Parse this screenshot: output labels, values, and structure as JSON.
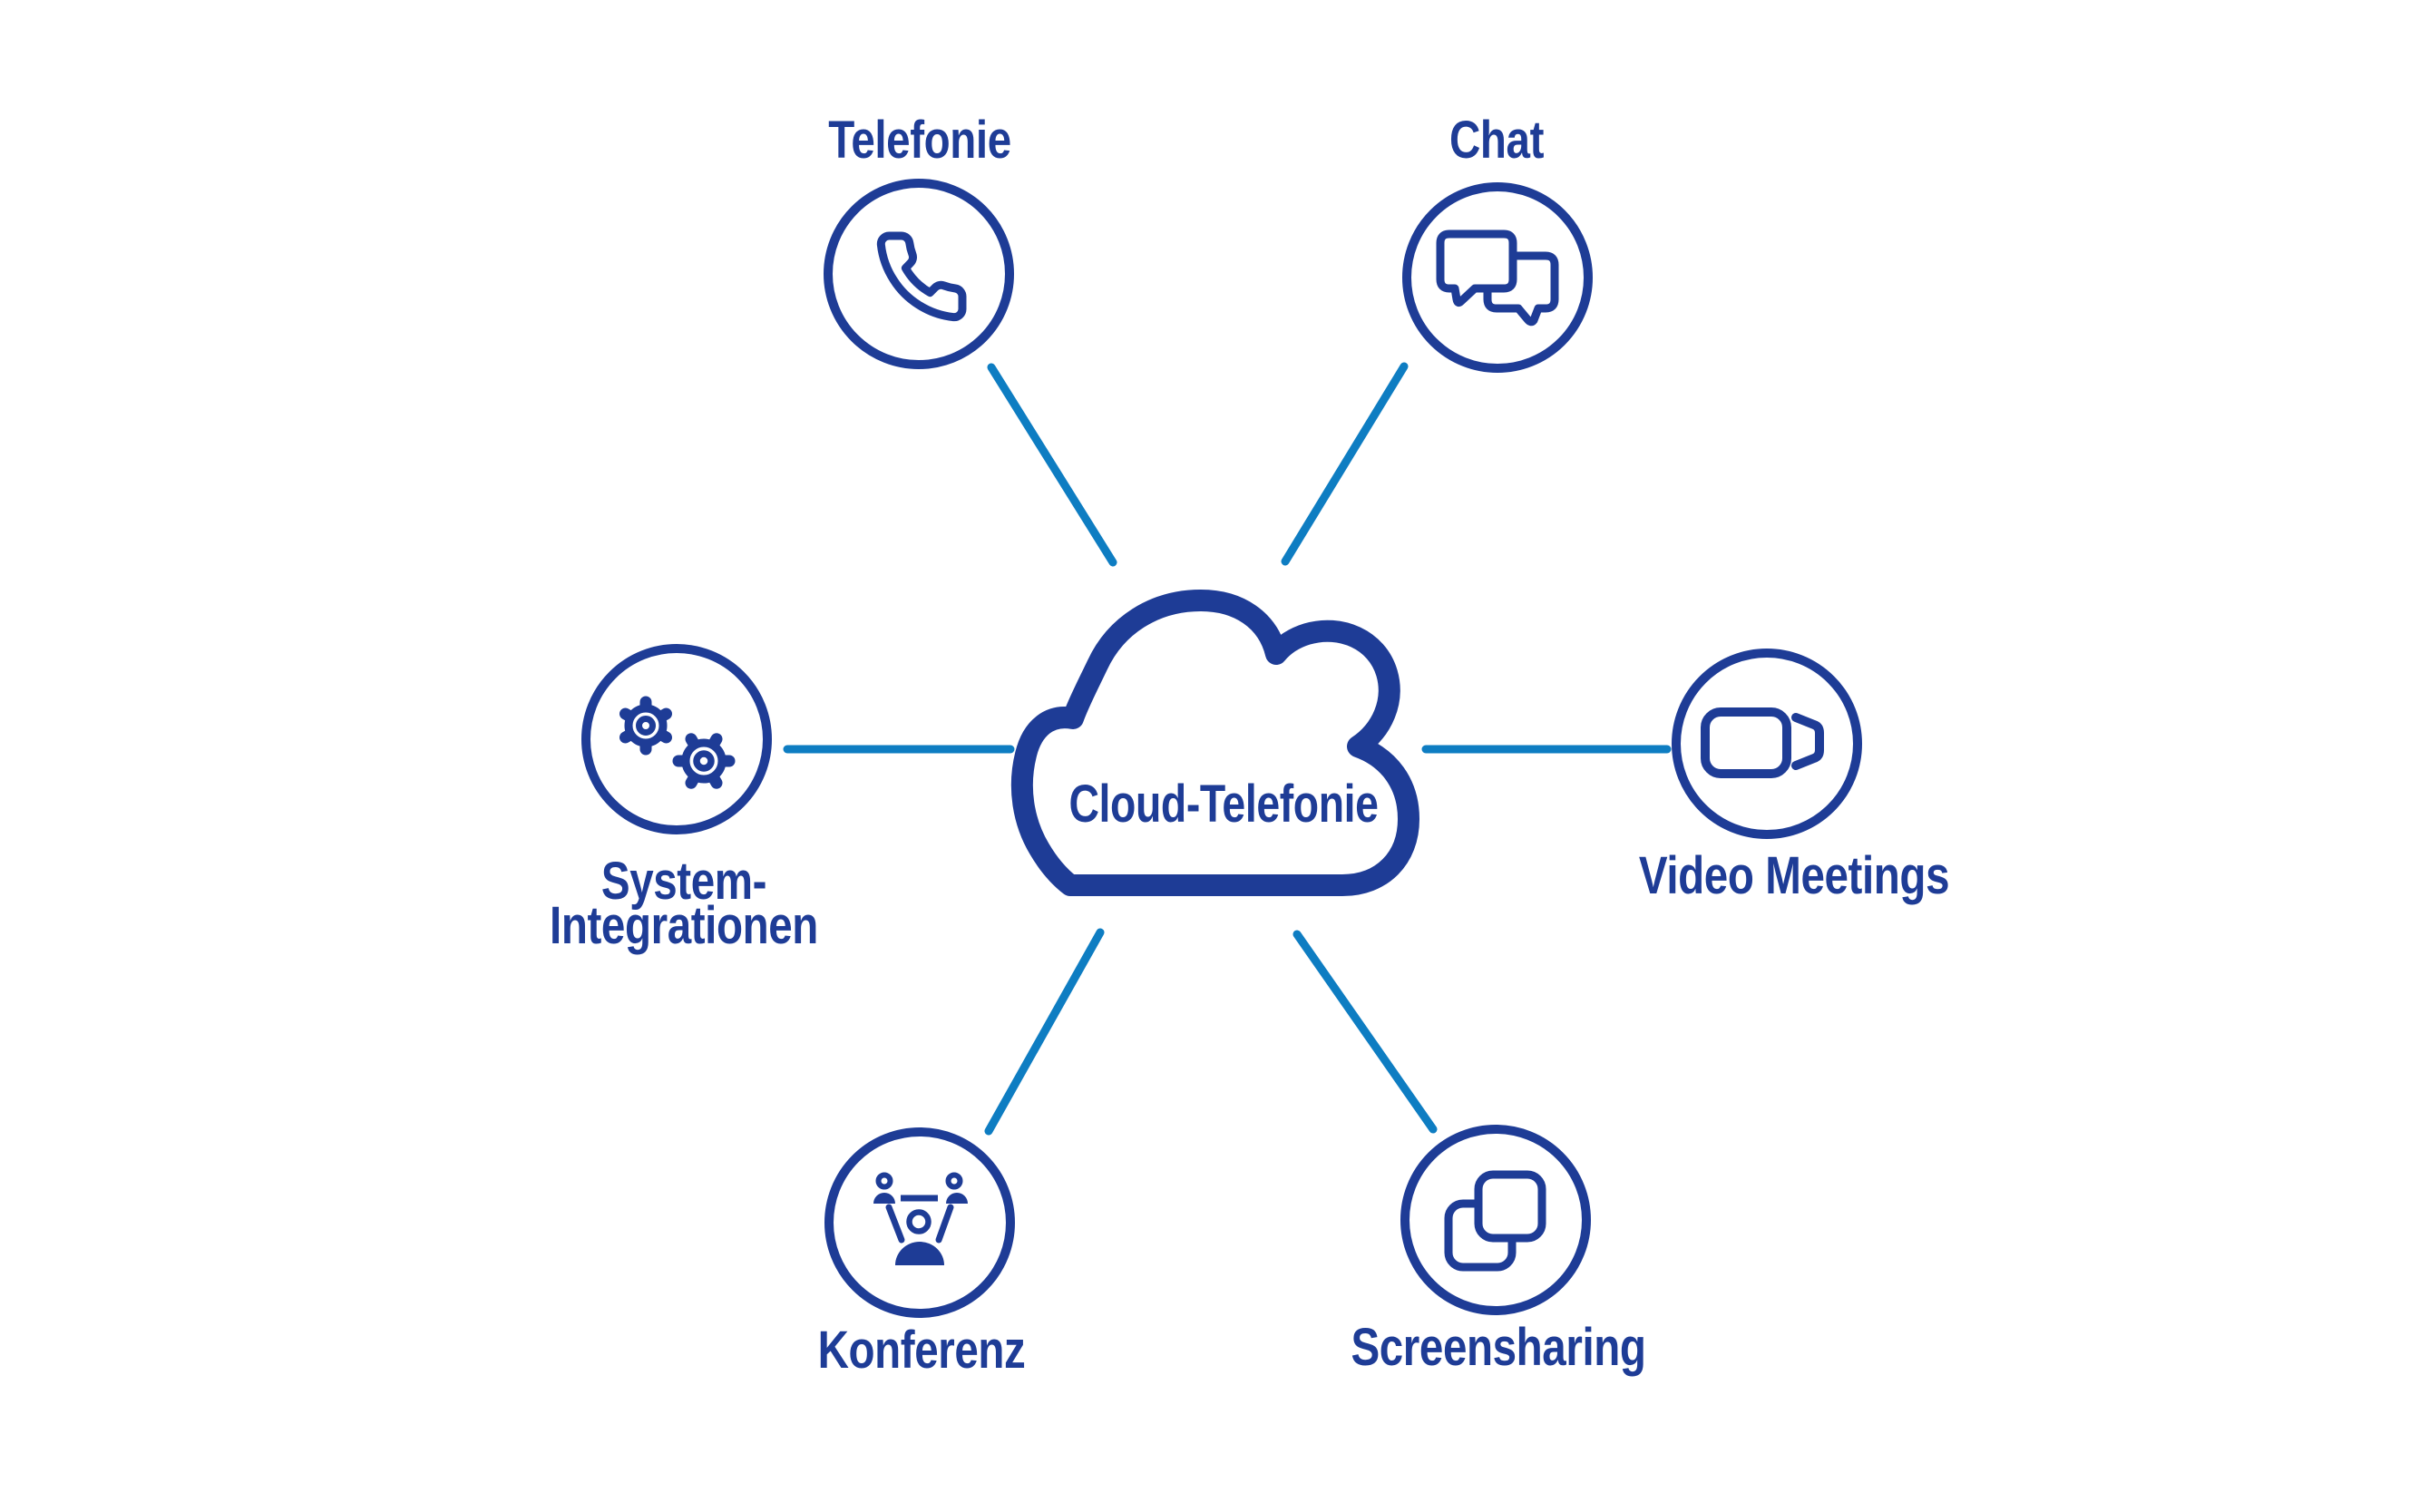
{
  "diagram": {
    "center": {
      "label": "Cloud-Telefonie",
      "icon": "cloud-icon"
    },
    "nodes": [
      {
        "id": "telefonie",
        "label": "Telefonie",
        "icon": "phone-icon"
      },
      {
        "id": "chat",
        "label": "Chat",
        "icon": "chat-bubbles-icon"
      },
      {
        "id": "video-meetings",
        "label": "Video Meetings",
        "icon": "video-camera-icon"
      },
      {
        "id": "screensharing",
        "label": "Screensharing",
        "icon": "overlapping-windows-icon"
      },
      {
        "id": "konferenz",
        "label": "Konferenz",
        "icon": "conference-people-icon"
      },
      {
        "id": "system-integrationen",
        "label": "System-\nIntegrationen",
        "icon": "gears-icon"
      }
    ],
    "colors": {
      "primary_dark_blue": "#1e3c96",
      "connector_light_blue": "#0e7dc2",
      "background": "#ffffff"
    }
  }
}
